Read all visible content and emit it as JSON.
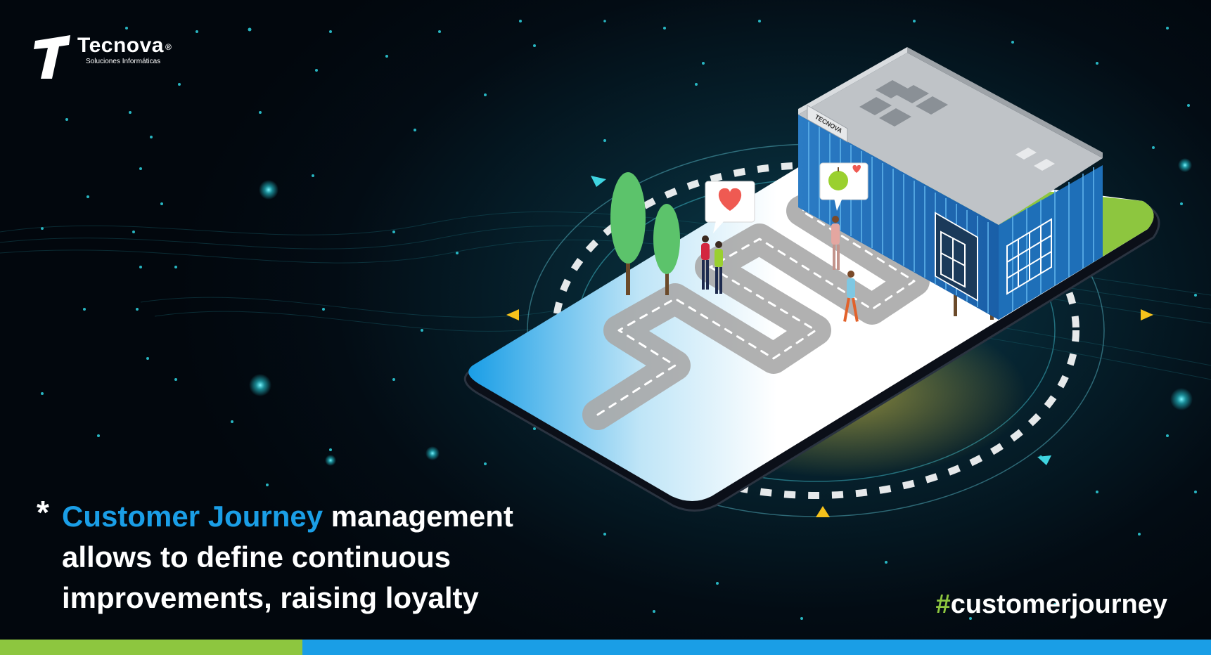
{
  "brand": {
    "name": "Tecnova",
    "registered": "®",
    "tagline": "Soluciones Informáticas",
    "building_sign": "TECNOVA"
  },
  "headline": {
    "asterisk": "*",
    "accent": "Customer Journey",
    "line1_rest": " management",
    "line2": "allows to define continuous",
    "line3": "improvements, raising loyalty"
  },
  "hashtag": {
    "mark": "#",
    "text": "customerjourney"
  },
  "colors": {
    "accent_blue": "#1a9ee6",
    "accent_green": "#8dc63f",
    "background": "#02080f"
  },
  "icons": [
    "heart-icon",
    "apple-icon",
    "location-arrow-icon"
  ]
}
